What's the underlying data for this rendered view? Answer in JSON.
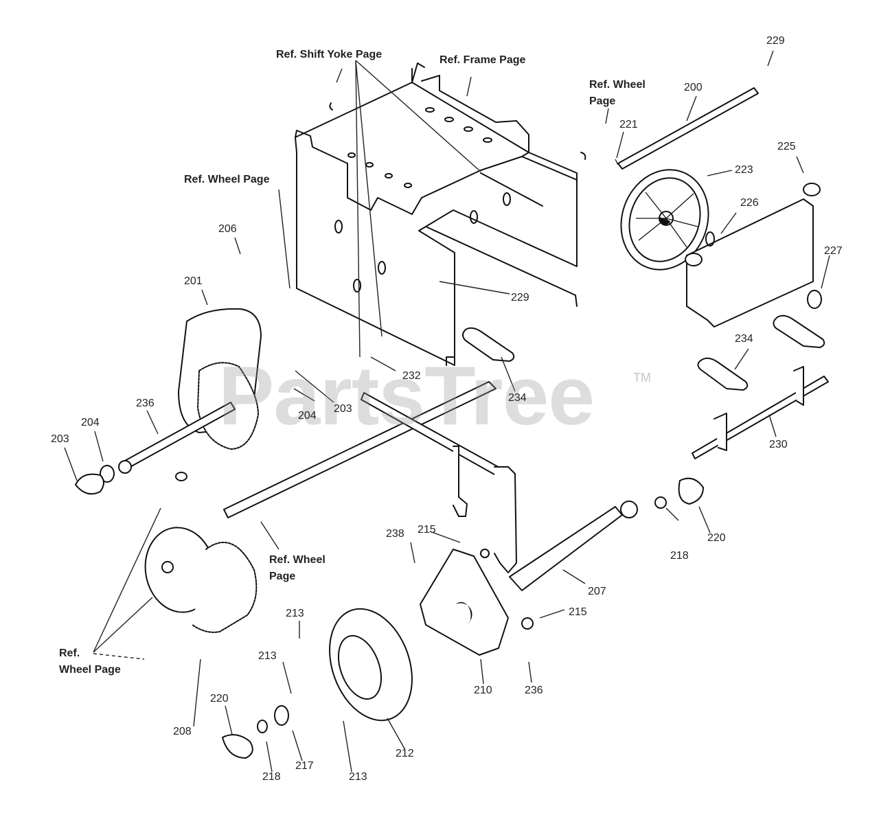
{
  "watermark": {
    "text": "PartsTree",
    "tm": "TM"
  },
  "references": {
    "shift_yoke": "Ref. Shift Yoke Page",
    "frame": "Ref. Frame Page",
    "wheel_top_line1": "Ref. Wheel",
    "wheel_top_line2": "Page",
    "wheel_left": "Ref. Wheel Page",
    "wheel_mid_line1": "Ref. Wheel",
    "wheel_mid_line2": "Page",
    "wheel_bottom_line1": "Ref.",
    "wheel_bottom_line2": "Wheel Page"
  },
  "callouts": [
    "229",
    "200",
    "221",
    "225",
    "223",
    "226",
    "227",
    "229",
    "206",
    "201",
    "234",
    "234",
    "232",
    "203",
    "204",
    "236",
    "204",
    "203",
    "230",
    "238",
    "215",
    "220",
    "218",
    "207",
    "215",
    "213",
    "213",
    "210",
    "236",
    "220",
    "208",
    "218",
    "217",
    "213",
    "212"
  ]
}
